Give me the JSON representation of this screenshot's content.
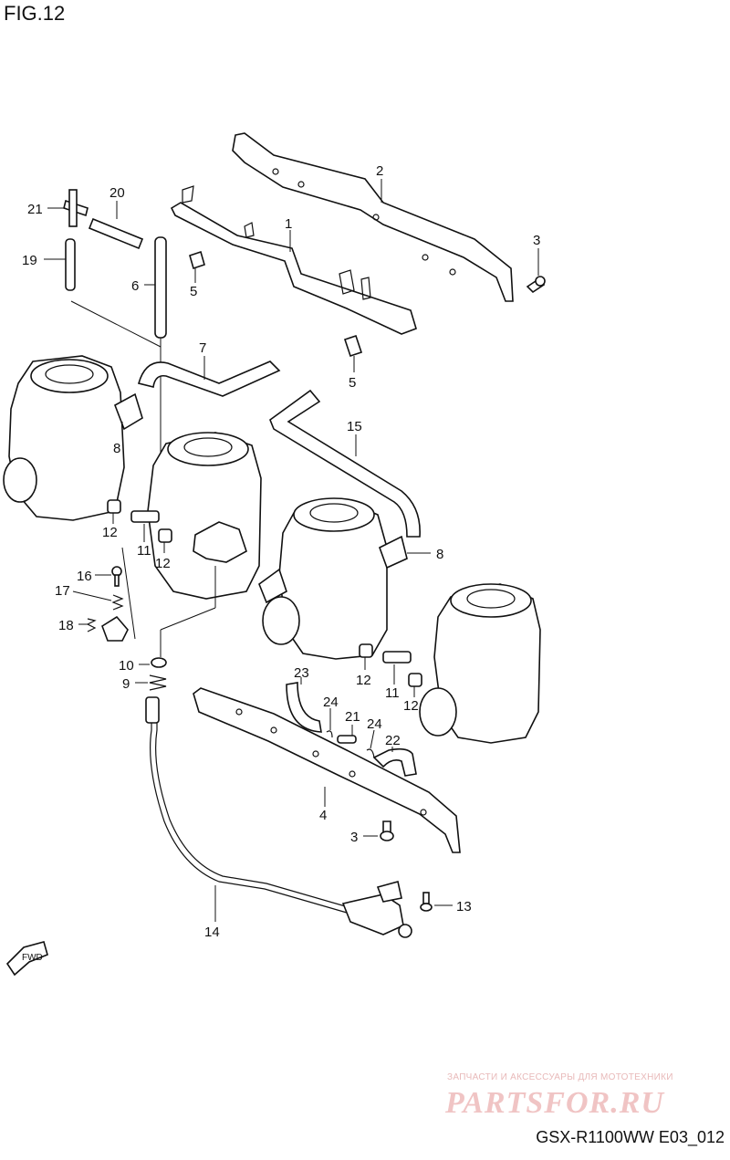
{
  "figure": {
    "title": "FIG.12",
    "code": "GSX-R1100WW E03_012",
    "fwd_label": "FWD",
    "watermark_top": "ЗАПЧАСТИ И АКСЕССУАРЫ ДЛЯ МОТОТЕХНИКИ",
    "watermark_brand": "PARTSFOR.RU"
  },
  "callouts": [
    "1",
    "2",
    "3",
    "3",
    "4",
    "5",
    "5",
    "6",
    "7",
    "8",
    "8",
    "9",
    "10",
    "11",
    "11",
    "12",
    "12",
    "12",
    "12",
    "13",
    "14",
    "15",
    "16",
    "17",
    "18",
    "19",
    "20",
    "21",
    "21",
    "22",
    "23",
    "24",
    "24"
  ]
}
